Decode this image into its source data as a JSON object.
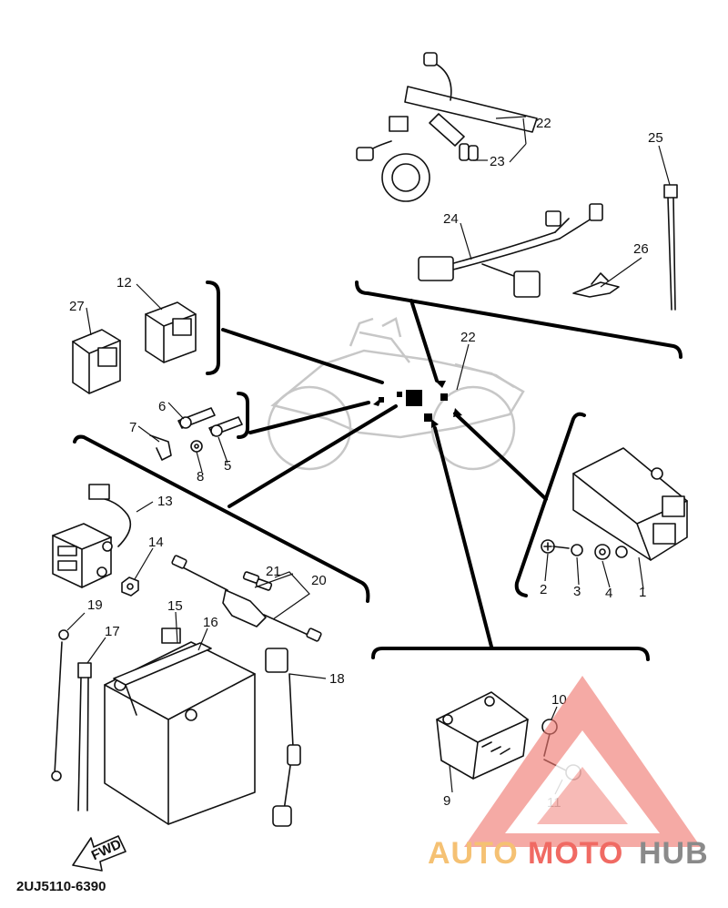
{
  "diagram": {
    "callouts": [
      {
        "id": "c1",
        "label": "1"
      },
      {
        "id": "c2",
        "label": "2"
      },
      {
        "id": "c3",
        "label": "3"
      },
      {
        "id": "c4",
        "label": "4"
      },
      {
        "id": "c5",
        "label": "5"
      },
      {
        "id": "c6",
        "label": "6"
      },
      {
        "id": "c7",
        "label": "7"
      },
      {
        "id": "c8",
        "label": "8"
      },
      {
        "id": "c9",
        "label": "9"
      },
      {
        "id": "c10",
        "label": "10"
      },
      {
        "id": "c11",
        "label": "11"
      },
      {
        "id": "c12",
        "label": "12"
      },
      {
        "id": "c13",
        "label": "13"
      },
      {
        "id": "c14",
        "label": "14"
      },
      {
        "id": "c15",
        "label": "15"
      },
      {
        "id": "c16",
        "label": "16"
      },
      {
        "id": "c17",
        "label": "17"
      },
      {
        "id": "c18",
        "label": "18"
      },
      {
        "id": "c19",
        "label": "19"
      },
      {
        "id": "c20",
        "label": "20"
      },
      {
        "id": "c21",
        "label": "21"
      },
      {
        "id": "c22a",
        "label": "22"
      },
      {
        "id": "c22b",
        "label": "22"
      },
      {
        "id": "c23",
        "label": "23"
      },
      {
        "id": "c24",
        "label": "24"
      },
      {
        "id": "c25",
        "label": "25"
      },
      {
        "id": "c26",
        "label": "26"
      },
      {
        "id": "c27",
        "label": "27"
      }
    ],
    "fwd_label": "FWD",
    "reference_code": "2UJ5110-6390"
  },
  "watermark": {
    "text_auto": "AUTO",
    "text_moto": "MOTO",
    "text_hub": "HUB",
    "color_auto": "#f5c173",
    "color_moto": "#f06a63",
    "color_hub": "#8a8a8a"
  }
}
